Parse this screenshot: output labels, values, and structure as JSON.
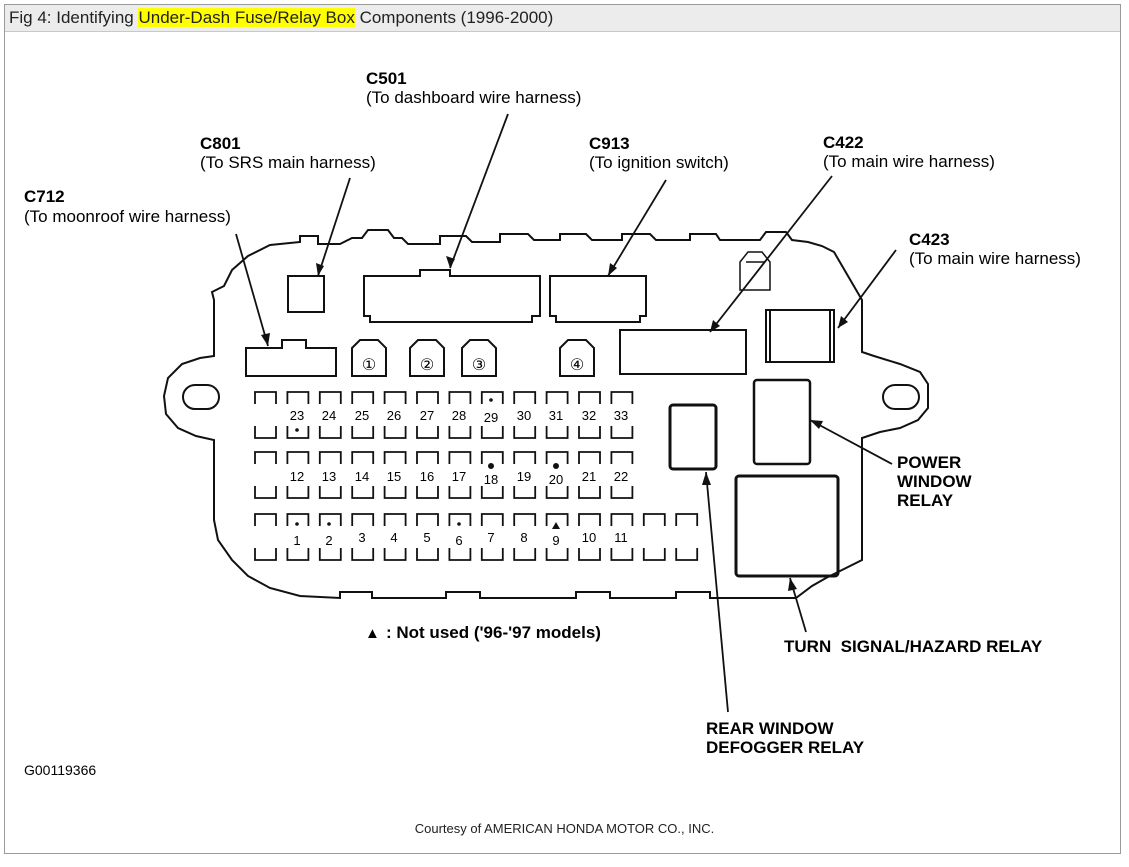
{
  "caption": {
    "prefix": "Fig 4: Identifying ",
    "highlight": "Under-Dash Fuse/Relay Box",
    "suffix": " Components (1996-2000)"
  },
  "connectors": {
    "c501": {
      "id": "C501",
      "desc": "(To dashboard wire harness)"
    },
    "c801": {
      "id": "C801",
      "desc": "(To SRS main harness)"
    },
    "c913": {
      "id": "C913",
      "desc": "(To ignition switch)"
    },
    "c422": {
      "id": "C422",
      "desc": "(To main wire harness)"
    },
    "c712": {
      "id": "C712",
      "desc": "(To moonroof wire harness)"
    },
    "c423": {
      "id": "C423",
      "desc": "(To main wire harness)"
    }
  },
  "relays": {
    "power_window": [
      "POWER",
      "WINDOW",
      "RELAY"
    ],
    "turn_signal": "TURN  SIGNAL/HAZARD RELAY",
    "rear_defogger": [
      "REAR WINDOW",
      "DEFOGGER RELAY"
    ]
  },
  "circled_numbers": [
    "①",
    "②",
    "③",
    "④"
  ],
  "fuse_rows": {
    "top": [
      "23",
      "24",
      "25",
      "26",
      "27",
      "28",
      "29",
      "30",
      "31",
      "32",
      "33"
    ],
    "middle": [
      "12",
      "13",
      "14",
      "15",
      "16",
      "17",
      "18",
      "19",
      "20",
      "21",
      "22"
    ],
    "bottom": [
      "1",
      "2",
      "3",
      "4",
      "5",
      "6",
      "7",
      "8",
      "9",
      "10",
      "11"
    ]
  },
  "legend": {
    "symbol": "▲",
    "text": ": Not used ('96-'97 models)"
  },
  "figure_code": "G00119366",
  "courtesy": "Courtesy of AMERICAN HONDA MOTOR CO., INC."
}
